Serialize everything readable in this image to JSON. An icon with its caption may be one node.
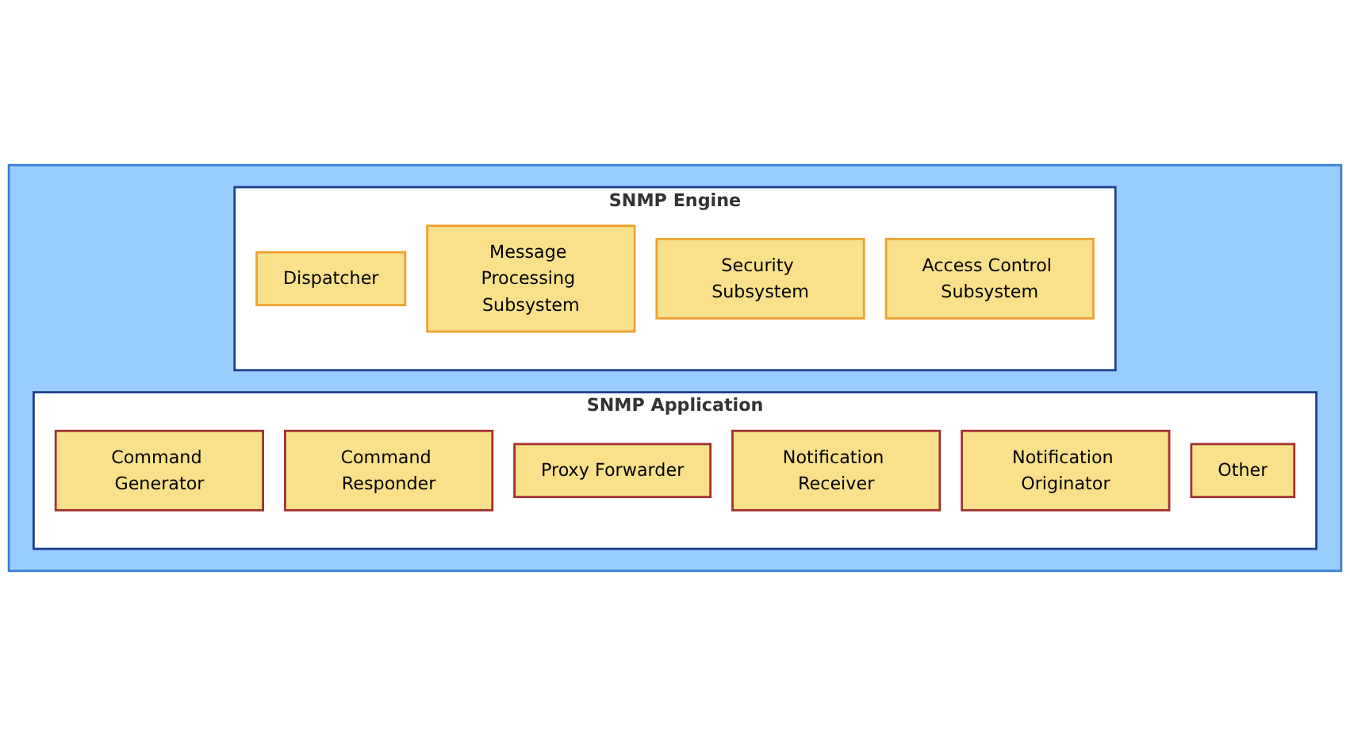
{
  "diagram": {
    "nodes": [
      {
        "text": [],
        "shape": "box"
      },
      {
        "text": [
          "SNMP Engine"
        ],
        "in": 0
      },
      {
        "text": [
          "Dispatcher"
        ],
        "in": 1
      },
      {
        "text": [
          "Message Processing Subsystem"
        ],
        "in": 1
      },
      {
        "text": [
          "Security Subsystem"
        ],
        "in": 1
      },
      {
        "text": [
          "Access Control Subsystem"
        ],
        "in": 1
      },
      {
        "text": [
          "SNMP Application"
        ],
        "in": 0
      },
      {
        "text": [
          "Command Generator"
        ],
        "in": 6
      },
      {
        "text": [
          "Command Responder"
        ],
        "in": 6
      },
      {
        "text": [
          "Proxy Forwarder"
        ],
        "in": 6
      },
      {
        "text": [
          "Notification Receiver"
        ],
        "in": 6
      },
      {
        "text": [
          "Notification Originator"
        ],
        "in": 6
      },
      {
        "text": [
          "Other"
        ],
        "in": 6
      }
    ],
    "edges": []
  }
}
